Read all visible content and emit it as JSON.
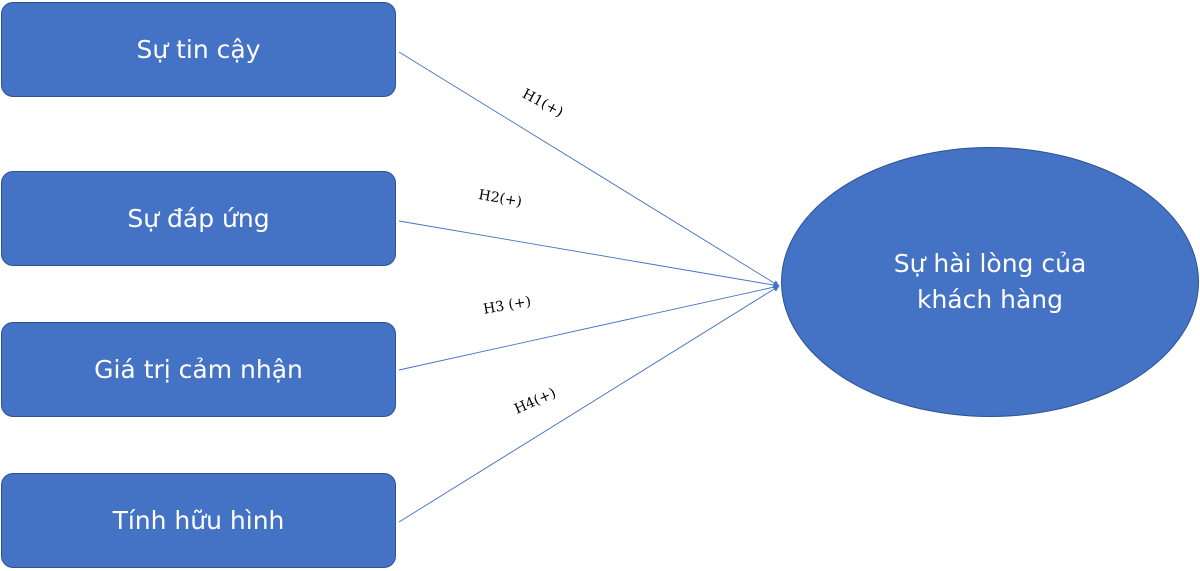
{
  "factors": [
    {
      "label": "Sự tin cậy"
    },
    {
      "label": "Sự đáp ứng"
    },
    {
      "label": "Giá trị cảm nhận"
    },
    {
      "label": "Tính hữu hình"
    }
  ],
  "outcome": {
    "label": "Sự hài lòng của khách hàng"
  },
  "hypotheses": [
    {
      "label": "H1(+)"
    },
    {
      "label": "H2(+)"
    },
    {
      "label": "H3 (+)"
    },
    {
      "label": "H4(+)"
    }
  ],
  "colors": {
    "box_fill": "#4472c4",
    "box_border": "#2f528f",
    "arrow": "#4472c4"
  }
}
